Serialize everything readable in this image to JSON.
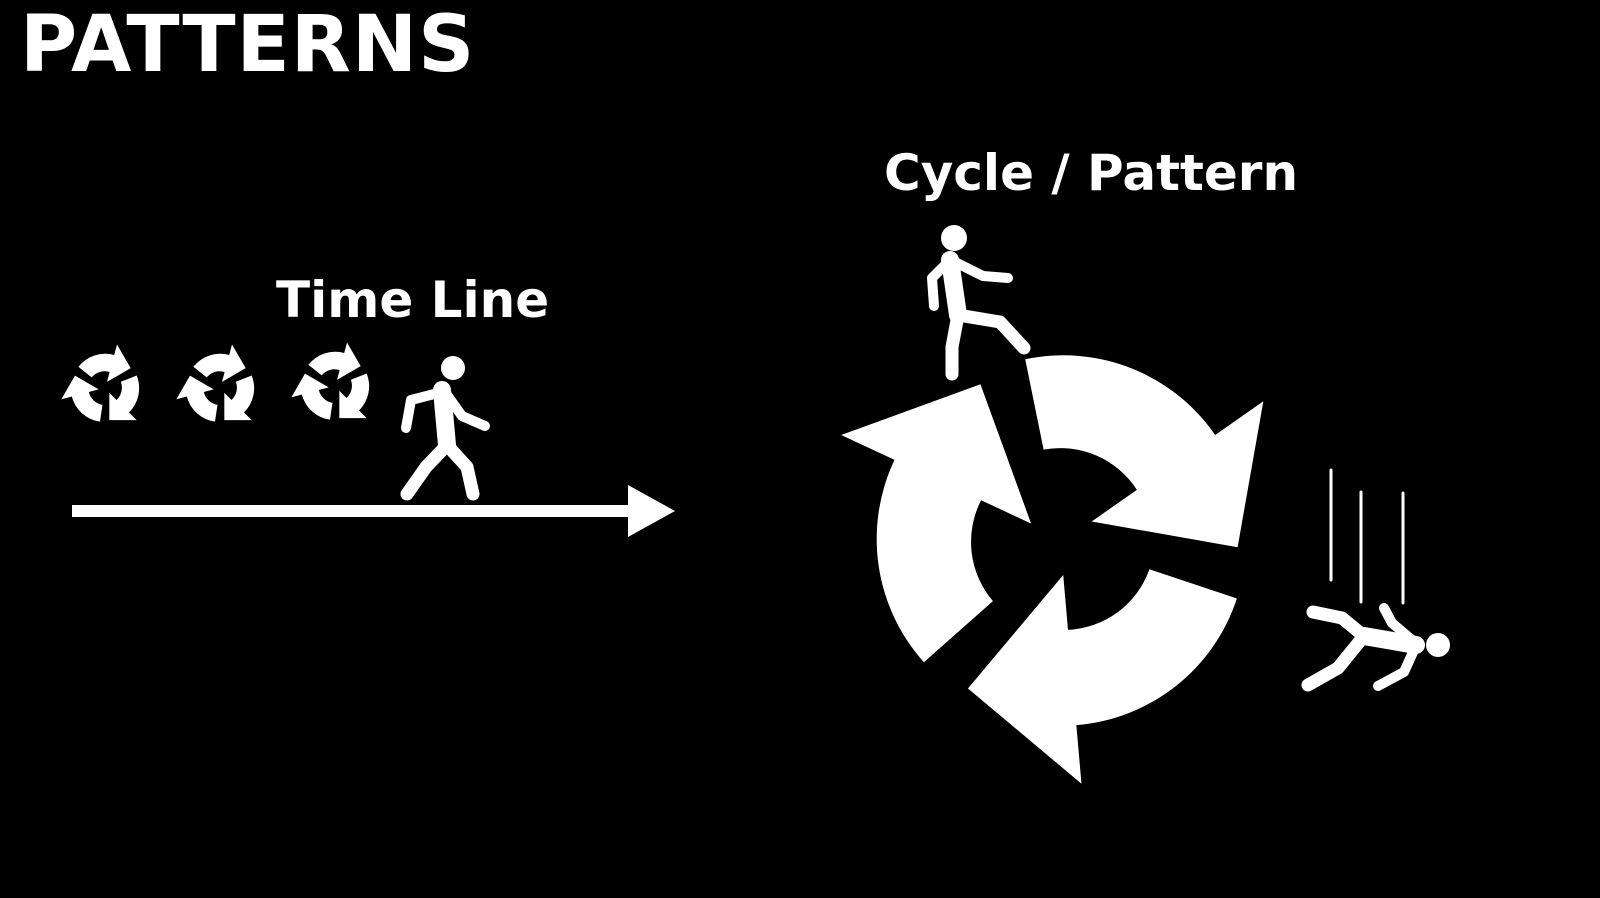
{
  "slide": {
    "title": "PATTERNS",
    "background_color": "#000000",
    "foreground_color": "#ffffff"
  },
  "timeline": {
    "label": "Time Line",
    "icons": [
      "cycle-arrows-icon",
      "cycle-arrows-icon",
      "cycle-arrows-icon",
      "walking-person-icon",
      "right-arrow-icon"
    ],
    "cycle_icon_count": 3
  },
  "cycle": {
    "label": "Cycle / Pattern",
    "icons": [
      "cycle-arrows-icon",
      "walking-person-icon",
      "falling-person-icon"
    ]
  }
}
